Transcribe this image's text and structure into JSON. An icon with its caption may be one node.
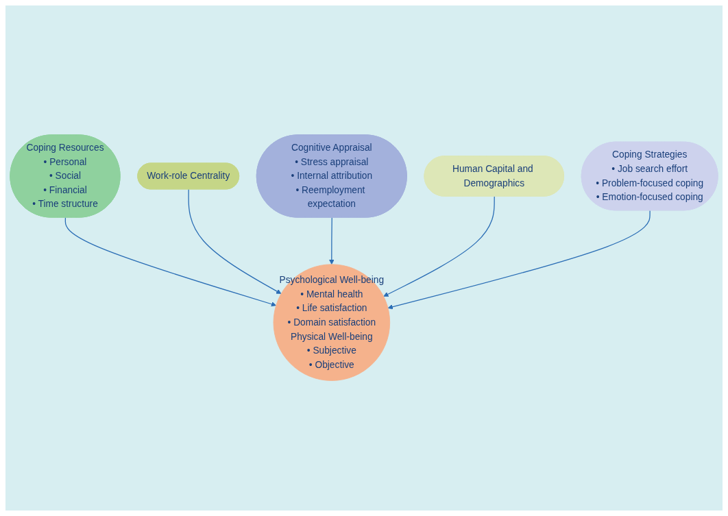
{
  "diagram": {
    "nodes": [
      {
        "text": [
          "Coping Resources",
          "• Personal",
          "• Social",
          "• Financial",
          "• Time structure"
        ]
      },
      {
        "text": [
          "Work-role Centrality"
        ]
      },
      {
        "text": [
          "Cognitive Appraisal",
          "• Stress appraisal",
          "• Internal attribution",
          "• Reemployment expectation"
        ]
      },
      {
        "text": [
          "Psychological Well-being",
          "• Mental health",
          "• Life satisfaction",
          "• Domain satisfaction",
          "Physical Well-being",
          "• Subjective",
          "• Objective"
        ]
      },
      {
        "text": [
          "Human Capital and Demographics"
        ]
      },
      {
        "text": [
          "Coping Strategies",
          "• Job search effort",
          "• Problem-focused coping",
          "• Emotion-focused coping"
        ]
      }
    ],
    "edges": [
      {
        "from": 0,
        "to": 3,
        "arrow": "to"
      },
      {
        "from": 1,
        "to": 3,
        "arrow": "to"
      },
      {
        "from": 2,
        "to": 3,
        "arrow": "to"
      },
      {
        "from": 4,
        "to": 3,
        "arrow": "to"
      },
      {
        "from": 5,
        "to": 3,
        "arrow": "to"
      }
    ]
  }
}
